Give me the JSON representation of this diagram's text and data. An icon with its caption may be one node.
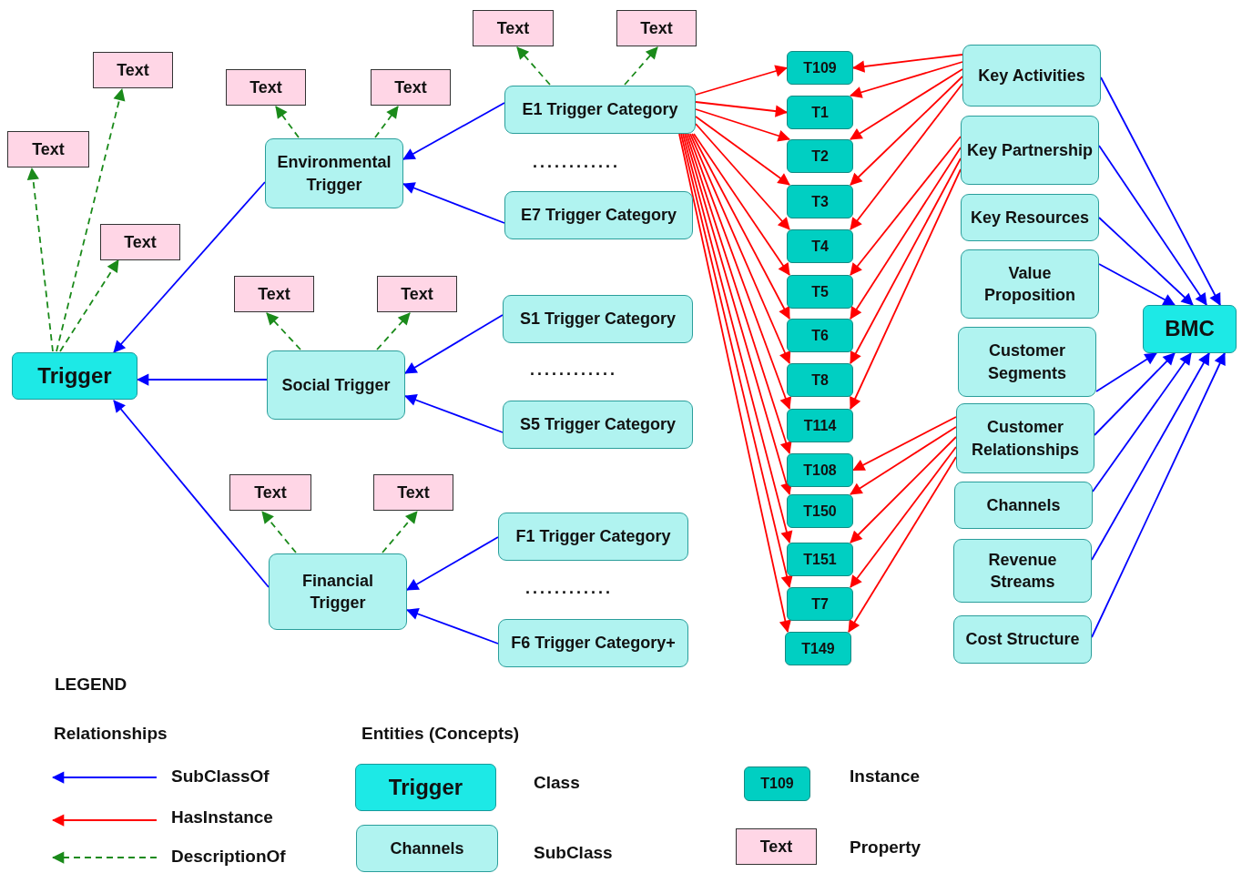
{
  "diagram": {
    "nodes": [
      {
        "text": [
          "Trigger"
        ]
      },
      {
        "text": [
          "Text"
        ]
      },
      {
        "text": [
          "Text"
        ]
      },
      {
        "text": [
          "Text"
        ]
      },
      {
        "text": [
          "Environmental Trigger"
        ]
      },
      {
        "text": [
          "Text"
        ]
      },
      {
        "text": [
          "Text"
        ]
      },
      {
        "text": [
          "Social Trigger"
        ]
      },
      {
        "text": [
          "Text"
        ]
      },
      {
        "text": [
          "Text"
        ]
      },
      {
        "text": [
          "Financial Trigger"
        ]
      },
      {
        "text": [
          "Text"
        ]
      },
      {
        "text": [
          "Text"
        ]
      },
      {
        "text": [
          "E1 Trigger Category"
        ]
      },
      {
        "text": [
          "Text"
        ]
      },
      {
        "text": [
          "Text"
        ]
      },
      {
        "text": [
          "E7 Trigger Category"
        ]
      },
      {
        "text": [
          "S1 Trigger Category"
        ]
      },
      {
        "text": [
          "S5 Trigger Category"
        ]
      },
      {
        "text": [
          "F1 Trigger Category"
        ]
      },
      {
        "text": [
          "F6 Trigger Category+"
        ]
      },
      {
        "text": [
          "T109"
        ]
      },
      {
        "text": [
          "T1"
        ]
      },
      {
        "text": [
          "T2"
        ]
      },
      {
        "text": [
          "T3"
        ]
      },
      {
        "text": [
          "T4"
        ]
      },
      {
        "text": [
          "T5"
        ]
      },
      {
        "text": [
          "T6"
        ]
      },
      {
        "text": [
          "T8"
        ]
      },
      {
        "text": [
          "T114"
        ]
      },
      {
        "text": [
          "T108"
        ]
      },
      {
        "text": [
          "T150"
        ]
      },
      {
        "text": [
          "T151"
        ]
      },
      {
        "text": [
          "T7"
        ]
      },
      {
        "text": [
          "T149"
        ]
      },
      {
        "text": [
          "Key Activities"
        ]
      },
      {
        "text": [
          "Key Partnership"
        ]
      },
      {
        "text": [
          "Key Resources"
        ]
      },
      {
        "text": [
          "Value Proposition"
        ]
      },
      {
        "text": [
          "Customer Segments"
        ]
      },
      {
        "text": [
          "Customer Relationships"
        ]
      },
      {
        "text": [
          "Channels"
        ]
      },
      {
        "text": [
          "Revenue Streams"
        ]
      },
      {
        "text": [
          "Cost Structure"
        ]
      },
      {
        "text": [
          "BMC"
        ]
      },
      {
        "text": [
          "Trigger"
        ]
      },
      {
        "text": [
          "Channels"
        ]
      },
      {
        "text": [
          "T109"
        ]
      },
      {
        "text": [
          "Text"
        ]
      }
    ],
    "edges": [
      {
        "from": 4,
        "to": 0,
        "arrow": "to",
        "color": "#0000ff"
      },
      {
        "from": 7,
        "to": 0,
        "arrow": "to",
        "color": "#0000ff"
      },
      {
        "from": 10,
        "to": 0,
        "arrow": "to",
        "color": "#0000ff"
      },
      {
        "from": 13,
        "to": 4,
        "arrow": "to",
        "color": "#0000ff"
      },
      {
        "from": 16,
        "to": 4,
        "arrow": "to",
        "color": "#0000ff"
      },
      {
        "from": 17,
        "to": 7,
        "arrow": "to",
        "color": "#0000ff"
      },
      {
        "from": 18,
        "to": 7,
        "arrow": "to",
        "color": "#0000ff"
      },
      {
        "from": 19,
        "to": 10,
        "arrow": "to",
        "color": "#0000ff"
      },
      {
        "from": 20,
        "to": 10,
        "arrow": "to",
        "color": "#0000ff"
      },
      {
        "from": 35,
        "to": 44,
        "arrow": "to",
        "color": "#0000ff"
      },
      {
        "from": 36,
        "to": 44,
        "arrow": "to",
        "color": "#0000ff"
      },
      {
        "from": 37,
        "to": 44,
        "arrow": "to",
        "color": "#0000ff"
      },
      {
        "from": 38,
        "to": 44,
        "arrow": "to",
        "color": "#0000ff"
      },
      {
        "from": 39,
        "to": 44,
        "arrow": "to",
        "color": "#0000ff"
      },
      {
        "from": 40,
        "to": 44,
        "arrow": "to",
        "color": "#0000ff"
      },
      {
        "from": 41,
        "to": 44,
        "arrow": "to",
        "color": "#0000ff"
      },
      {
        "from": 42,
        "to": 44,
        "arrow": "to",
        "color": "#0000ff"
      },
      {
        "from": 43,
        "to": 44,
        "arrow": "to",
        "color": "#0000ff"
      },
      {
        "from": 0,
        "to": 1,
        "arrow": "to",
        "style": "dashed",
        "color": "#1a8a1a"
      },
      {
        "from": 0,
        "to": 2,
        "arrow": "to",
        "style": "dashed",
        "color": "#1a8a1a"
      },
      {
        "from": 0,
        "to": 3,
        "arrow": "to",
        "style": "dashed",
        "color": "#1a8a1a"
      },
      {
        "from": 4,
        "to": 5,
        "arrow": "to",
        "style": "dashed",
        "color": "#1a8a1a"
      },
      {
        "from": 4,
        "to": 6,
        "arrow": "to",
        "style": "dashed",
        "color": "#1a8a1a"
      },
      {
        "from": 7,
        "to": 8,
        "arrow": "to",
        "style": "dashed",
        "color": "#1a8a1a"
      },
      {
        "from": 7,
        "to": 9,
        "arrow": "to",
        "style": "dashed",
        "color": "#1a8a1a"
      },
      {
        "from": 10,
        "to": 11,
        "arrow": "to",
        "style": "dashed",
        "color": "#1a8a1a"
      },
      {
        "from": 10,
        "to": 12,
        "arrow": "to",
        "style": "dashed",
        "color": "#1a8a1a"
      },
      {
        "from": 13,
        "to": 14,
        "arrow": "to",
        "style": "dashed",
        "color": "#1a8a1a"
      },
      {
        "from": 13,
        "to": 15,
        "arrow": "to",
        "style": "dashed",
        "color": "#1a8a1a"
      },
      {
        "from": 13,
        "to": 21,
        "arrow": "to"
      },
      {
        "from": 13,
        "to": 22,
        "arrow": "to"
      },
      {
        "from": 13,
        "to": 23,
        "arrow": "to"
      },
      {
        "from": 13,
        "to": 24,
        "arrow": "to"
      },
      {
        "from": 13,
        "to": 25,
        "arrow": "to"
      },
      {
        "from": 13,
        "to": 26,
        "arrow": "to"
      },
      {
        "from": 13,
        "to": 27,
        "arrow": "to"
      },
      {
        "from": 13,
        "to": 28,
        "arrow": "to"
      },
      {
        "from": 13,
        "to": 29,
        "arrow": "to"
      },
      {
        "from": 13,
        "to": 30,
        "arrow": "to"
      },
      {
        "from": 13,
        "to": 31,
        "arrow": "to"
      },
      {
        "from": 13,
        "to": 32,
        "arrow": "to"
      },
      {
        "from": 13,
        "to": 33,
        "arrow": "to"
      },
      {
        "from": 13,
        "to": 34,
        "arrow": "to"
      },
      {
        "from": 35,
        "to": 21,
        "arrow": "to"
      },
      {
        "from": 35,
        "to": 22,
        "arrow": "to"
      },
      {
        "from": 35,
        "to": 23,
        "arrow": "to"
      },
      {
        "from": 35,
        "to": 24,
        "arrow": "to"
      },
      {
        "from": 35,
        "to": 25,
        "arrow": "to"
      },
      {
        "from": 36,
        "to": 26,
        "arrow": "to"
      },
      {
        "from": 36,
        "to": 27,
        "arrow": "to"
      },
      {
        "from": 36,
        "to": 28,
        "arrow": "to"
      },
      {
        "from": 36,
        "to": 29,
        "arrow": "to"
      },
      {
        "from": 40,
        "to": 30,
        "arrow": "to"
      },
      {
        "from": 40,
        "to": 31,
        "arrow": "to"
      },
      {
        "from": 40,
        "to": 32,
        "arrow": "to"
      },
      {
        "from": 40,
        "to": 33,
        "arrow": "to"
      },
      {
        "from": 40,
        "to": 34,
        "arrow": "to"
      }
    ],
    "labels": [
      "............",
      "............",
      "............",
      "LEGEND",
      "Relationships",
      "Entities (Concepts)"
    ],
    "legend": [
      {
        "text": "SubClassOf"
      },
      {
        "text": "HasInstance"
      },
      {
        "text": "DescriptionOf"
      },
      {
        "text": "Class"
      },
      {
        "text": "SubClass"
      },
      {
        "text": "Instance"
      },
      {
        "text": "Property"
      }
    ]
  }
}
